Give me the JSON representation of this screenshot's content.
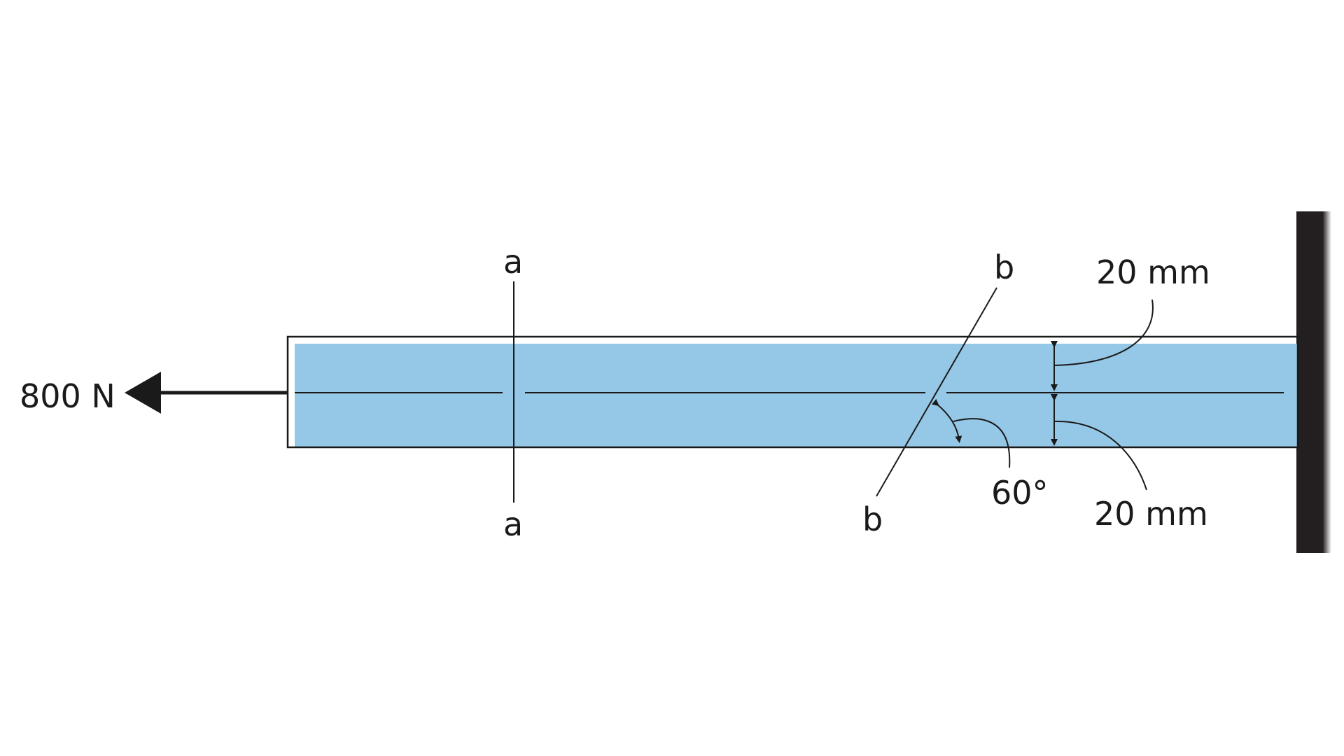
{
  "force": {
    "label": "800 N"
  },
  "sections": {
    "a_top": "a",
    "a_bottom": "a",
    "b_top": "b",
    "b_bottom": "b"
  },
  "dimensions": {
    "upper": "20 mm",
    "lower": "20 mm"
  },
  "angle": {
    "label": "60°"
  },
  "colors": {
    "bar_fill": "#95c7e7",
    "wall": "#231f20",
    "ink": "#1a1a1a"
  }
}
